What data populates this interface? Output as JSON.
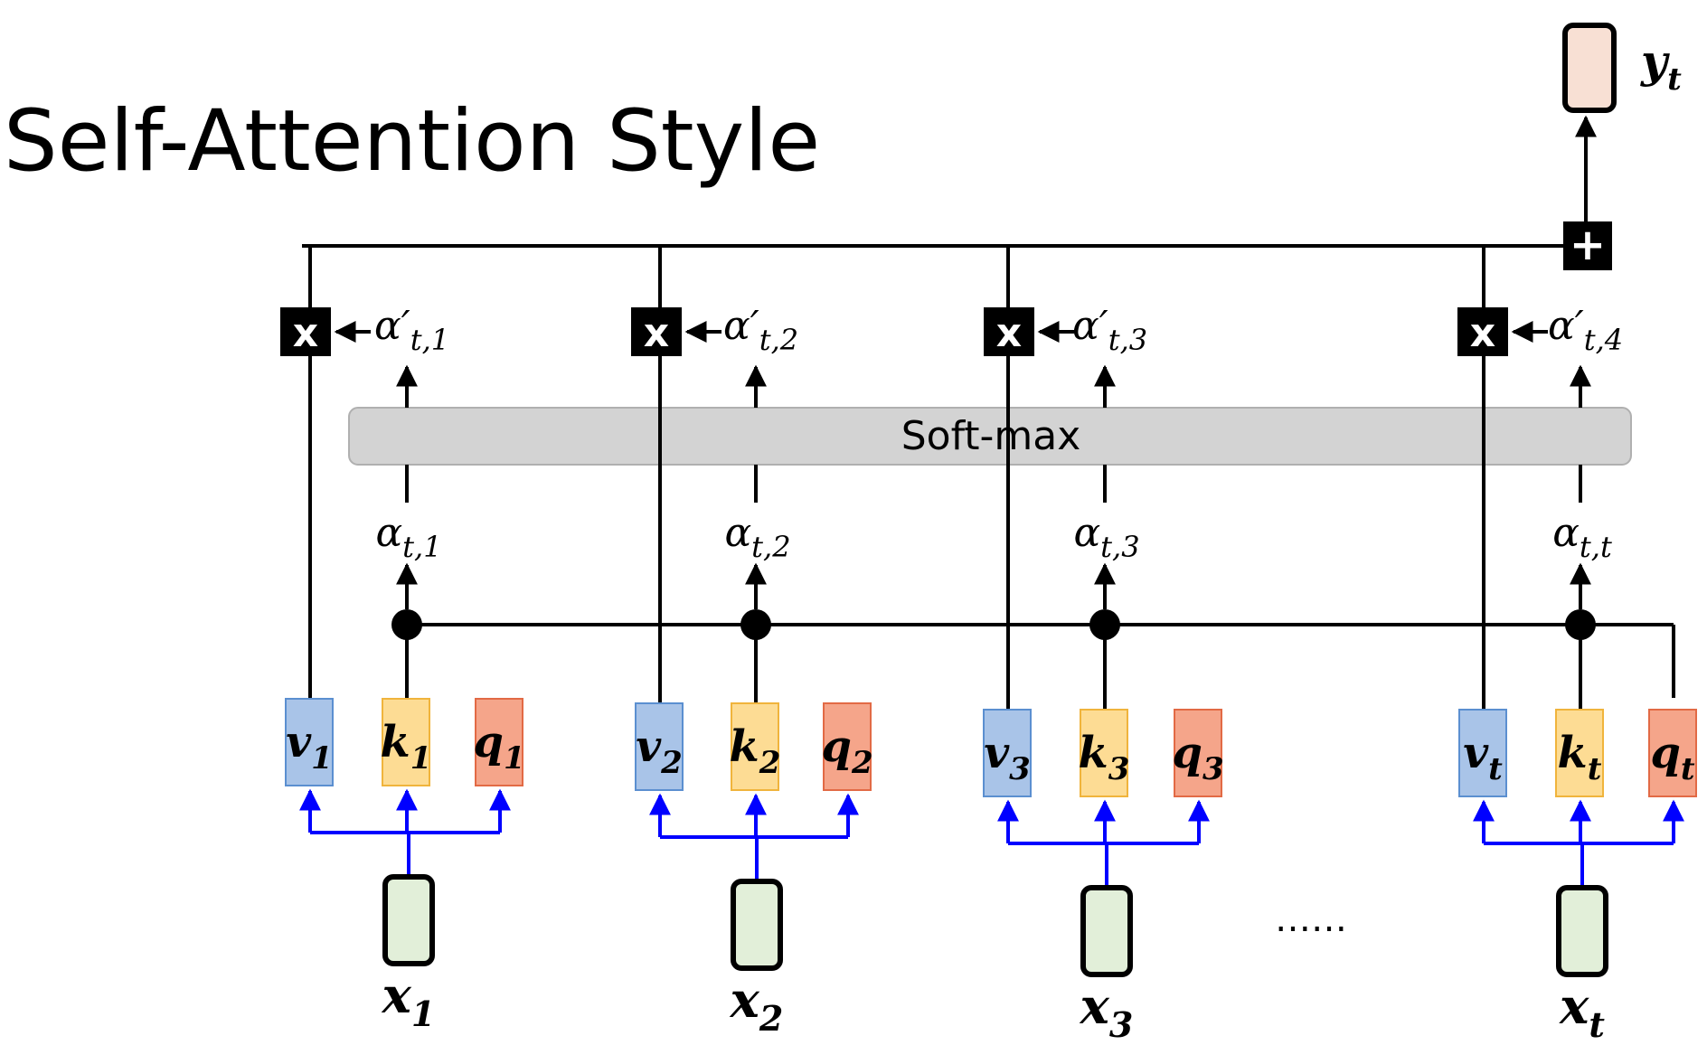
{
  "title": "Self-Attention Style",
  "softmax_label": "Soft-max",
  "ellipsis": "……",
  "output": {
    "symbol": "y",
    "subscript": "t"
  },
  "plus_symbol": "+",
  "multiply_symbol": "x",
  "colors": {
    "value_fill": "#a9c4e8",
    "value_stroke": "#5b8fd0",
    "key_fill": "#fddc94",
    "key_stroke": "#f0b43c",
    "query_fill": "#f5a58a",
    "query_stroke": "#e26a45",
    "input_fill": "#e2efd9",
    "output_fill": "#f8e0d4",
    "softmax_fill": "#d3d3d3",
    "blue_line": "#0000ff"
  },
  "positions": [
    {
      "value": {
        "symbol": "v",
        "subscript": "1"
      },
      "key": {
        "symbol": "k",
        "subscript": "1"
      },
      "query": {
        "symbol": "q",
        "subscript": "1"
      },
      "input": {
        "symbol": "x",
        "subscript": "1"
      },
      "score": {
        "symbol": "α",
        "subscript": "t,1"
      },
      "weight": {
        "symbol": "α′",
        "subscript": "t,1"
      }
    },
    {
      "value": {
        "symbol": "v",
        "subscript": "2"
      },
      "key": {
        "symbol": "k",
        "subscript": "2"
      },
      "query": {
        "symbol": "q",
        "subscript": "2"
      },
      "input": {
        "symbol": "x",
        "subscript": "2"
      },
      "score": {
        "symbol": "α",
        "subscript": "t,2"
      },
      "weight": {
        "symbol": "α′",
        "subscript": "t,2"
      }
    },
    {
      "value": {
        "symbol": "v",
        "subscript": "3"
      },
      "key": {
        "symbol": "k",
        "subscript": "3"
      },
      "query": {
        "symbol": "q",
        "subscript": "3"
      },
      "input": {
        "symbol": "x",
        "subscript": "3"
      },
      "score": {
        "symbol": "α",
        "subscript": "t,3"
      },
      "weight": {
        "symbol": "α′",
        "subscript": "t,3"
      }
    },
    {
      "value": {
        "symbol": "v",
        "subscript": "t"
      },
      "key": {
        "symbol": "k",
        "subscript": "t"
      },
      "query": {
        "symbol": "q",
        "subscript": "t"
      },
      "input": {
        "symbol": "x",
        "subscript": "t"
      },
      "score": {
        "symbol": "α",
        "subscript": "t,t"
      },
      "weight": {
        "symbol": "α′",
        "subscript": "t,4"
      }
    }
  ]
}
